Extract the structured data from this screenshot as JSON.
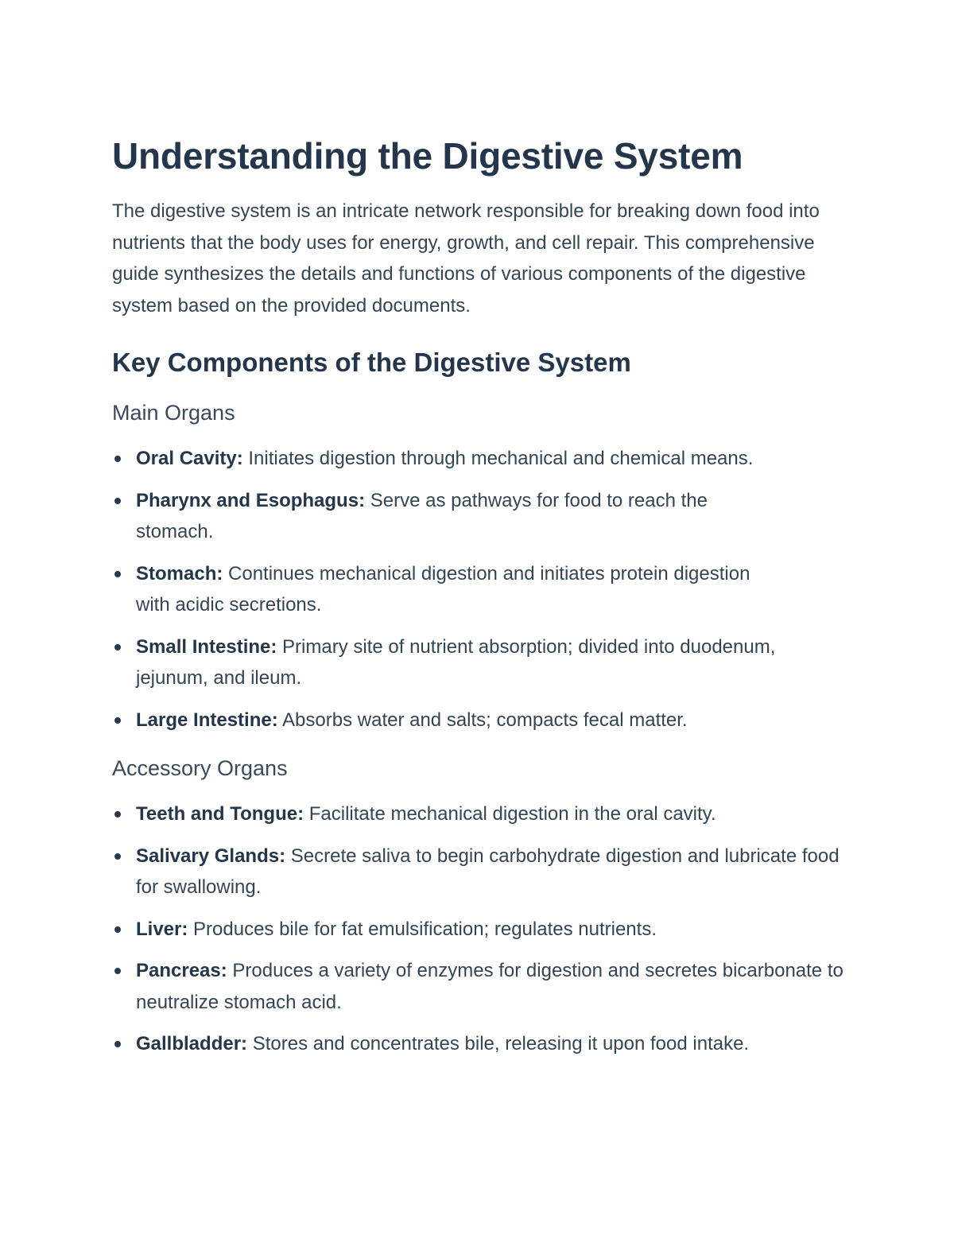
{
  "document": {
    "title": "Understanding the Digestive System",
    "intro": "The digestive system is an intricate network responsible for breaking down food into nutrients that the body uses for energy, growth, and cell repair. This comprehensive guide synthesizes the details and functions of various components of the digestive system based on the provided documents.",
    "section": {
      "heading": "Key Components of the Digestive System",
      "main_organs": {
        "heading": "Main Organs",
        "items": [
          {
            "term": "Oral Cavity:",
            "text": " Initiates digestion through mechanical and chemical means."
          },
          {
            "term": "Pharynx and Esophagus:",
            "text": " Serve as pathways for food to reach the stomach."
          },
          {
            "term": "Stomach:",
            "text": " Continues mechanical digestion and initiates protein digestion with acidic secretions."
          },
          {
            "term": "Small Intestine:",
            "text": " Primary site of nutrient absorption; divided into duodenum, jejunum, and ileum."
          },
          {
            "term": "Large Intestine:",
            "text": " Absorbs water and salts; compacts fecal matter."
          }
        ]
      },
      "accessory_organs": {
        "heading": "Accessory Organs",
        "items": [
          {
            "term": "Teeth and Tongue:",
            "text": " Facilitate mechanical digestion in the oral cavity."
          },
          {
            "term": "Salivary Glands:",
            "text": " Secrete saliva to begin carbohydrate digestion and lubricate food for swallowing."
          },
          {
            "term": "Liver:",
            "text": " Produces bile for fat emulsification; regulates nutrients."
          },
          {
            "term": "Pancreas:",
            "text": " Produces a variety of enzymes for digestion and secretes bicarbonate to neutralize stomach acid."
          },
          {
            "term": "Gallbladder:",
            "text": " Stores and concentrates bile, releasing it upon food intake."
          }
        ]
      }
    }
  }
}
